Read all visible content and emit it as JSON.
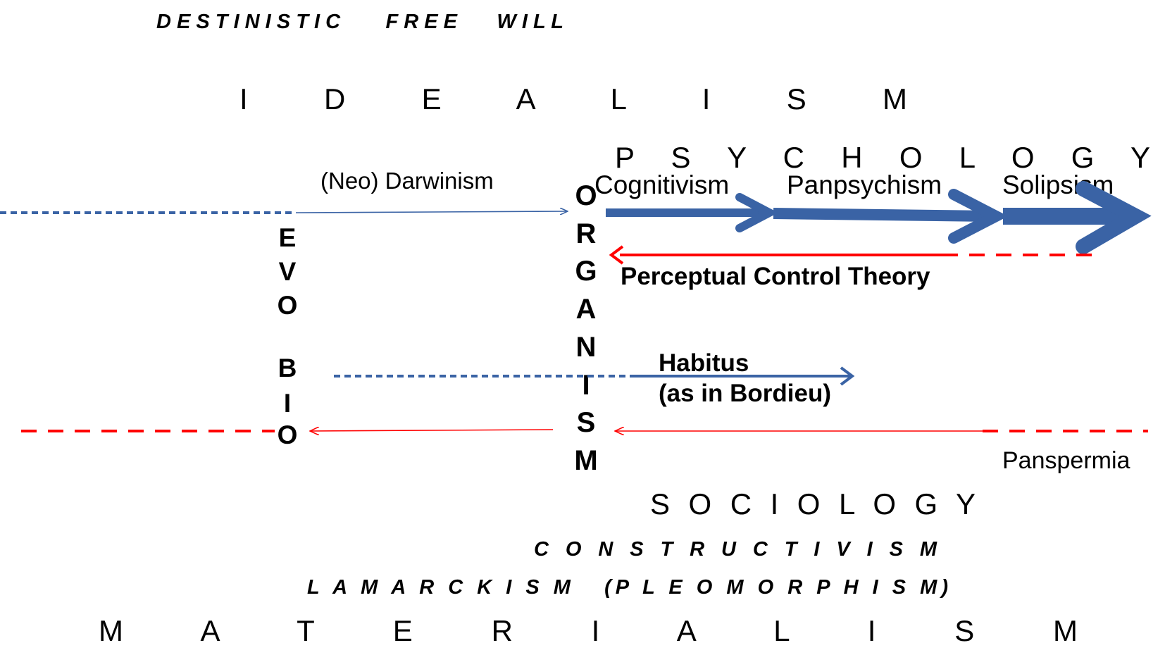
{
  "colors": {
    "blue": "#3a63a5",
    "red": "#ff0000",
    "text": "#000000"
  },
  "diagram": {
    "top_title": "D E S T I N I S T I C        F R E E       W I L L",
    "idealism": "I   D   E   A   L   I   S   M",
    "psychology": "P  S  Y  C  H  O  L  O  G  Y",
    "neo_darwinism": "(Neo) Darwinism",
    "cognitivism": "Cognitivism",
    "panpsychism": "Panpsychism",
    "solipsism": "Solipsism",
    "perceptual_control_theory": "Perceptual Control Theory",
    "habitus_line1": "Habitus",
    "habitus_line2": "(as in Bordieu)",
    "panspermia": "Panspermia",
    "sociology": "S O C I O L O G Y",
    "constructivism": "C O N S T R U C T I V I S M",
    "lamarckism": "L A M A R C K I S M   (P L E O M O R P H I S M)",
    "materialism": "M   A   T   E   R   I   A   L   I   S   M",
    "evo_bio_letters": [
      "E",
      "V",
      "O",
      "",
      "B",
      "I",
      "O"
    ],
    "organism_letters": [
      "O",
      "R",
      "G",
      "A",
      "N",
      "I",
      "S",
      "M"
    ]
  }
}
